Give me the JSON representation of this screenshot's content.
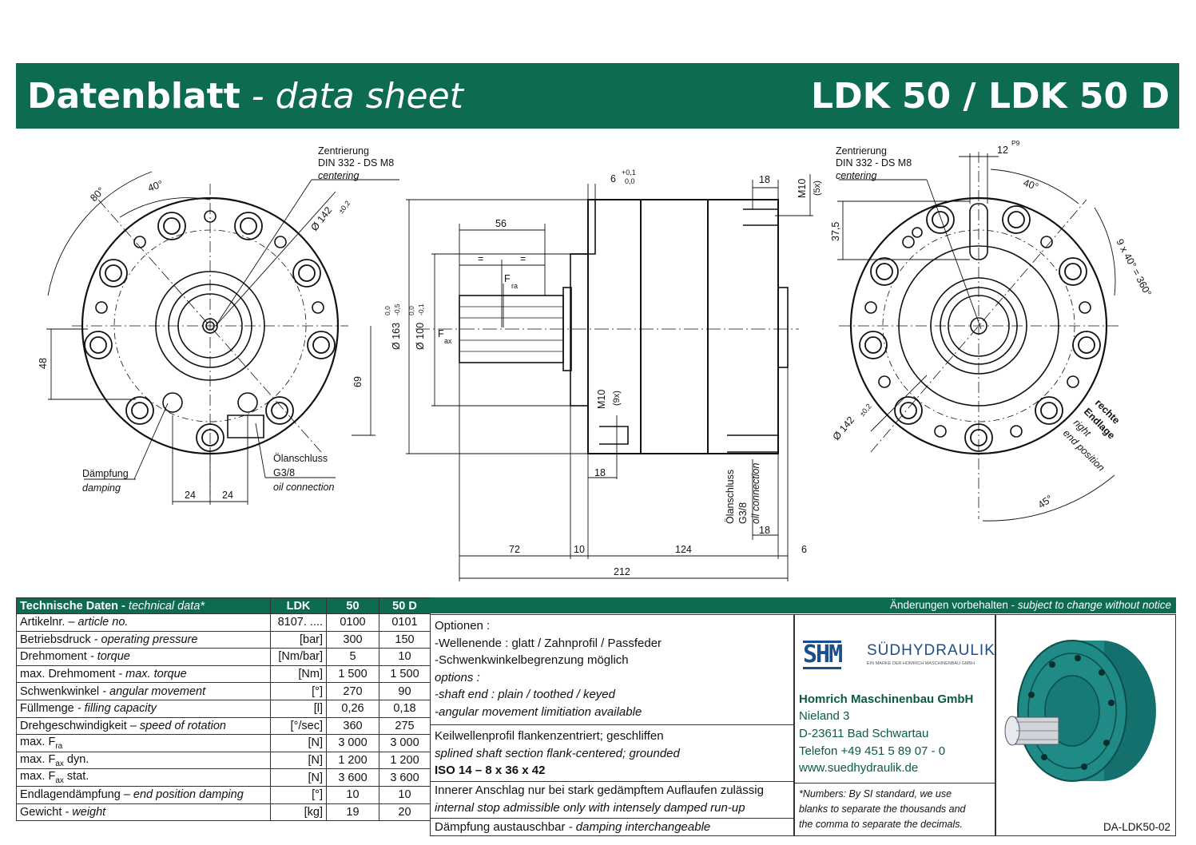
{
  "header": {
    "title_bold": "Datenblatt",
    "title_sep": " - ",
    "title_italic": "data sheet",
    "model": "LDK 50 / LDK 50 D"
  },
  "drawing_labels": {
    "zentrierung": "Zentrierung",
    "din": "DIN 332 - DS M8",
    "centering": "centering",
    "d142": "Ø 142",
    "tol02": "±0,2",
    "a80": "80°",
    "a40": "40°",
    "d48": "48",
    "d69": "69",
    "d24a": "24",
    "d24b": "24",
    "daempfung": "Dämpfung",
    "damping": "damping",
    "oelanschluss": "Ölanschluss",
    "g38": "G3/8",
    "oil_conn": "oil connection",
    "d6": "6",
    "tol6": "+0,1",
    "tol6b": "0,0",
    "d18a": "18",
    "m10_5x": "M10",
    "x5": "(5x)",
    "d56": "56",
    "eq": "=",
    "fra_f": "F",
    "fra_s": "ra",
    "fax_s": "ax",
    "d163": "Ø 163",
    "t163a": "0,0",
    "t163b": "-0,5",
    "d100": "Ø 100",
    "t100a": "0,0",
    "t100b": "-0,1",
    "m10_9x": "M10",
    "x9": "(9x)",
    "d18b": "18",
    "d18c": "18",
    "d72": "72",
    "d10": "10",
    "d124": "124",
    "d6b": "6",
    "d212": "212",
    "d12": "12",
    "p9": "P9",
    "d375": "37,5",
    "nine40": "9 x 40° = 360°",
    "a45": "45°",
    "rechte": "rechte",
    "endlage": "Endlage",
    "right": "right",
    "endpos": "end position"
  },
  "table": {
    "head": {
      "label": "Technische Daten",
      "label_it": "technical data*",
      "col1": "LDK",
      "col2": "50",
      "col3": "50 D"
    },
    "rows": [
      {
        "de": "Artikelnr.",
        "sep": " – ",
        "en": "article no.",
        "unit": "8107. ....",
        "v1": "0100",
        "v2": "0101"
      },
      {
        "de": "Betriebsdruck",
        "sep": " - ",
        "en": "operating pressure",
        "unit": "[bar]",
        "v1": "300",
        "v2": "150"
      },
      {
        "de": "Drehmoment",
        "sep": " - ",
        "en": "torque",
        "unit": "[Nm/bar]",
        "v1": "5",
        "v2": "10"
      },
      {
        "de": "max. Drehmoment",
        "sep": " - ",
        "en": "max. torque",
        "unit": "[Nm]",
        "v1": "1 500",
        "v2": "1 500"
      },
      {
        "de": "Schwenkwinkel",
        "sep": " - ",
        "en": "angular movement",
        "unit": "[°]",
        "v1": "270",
        "v2": "90"
      },
      {
        "de": "Füllmenge",
        "sep": " - ",
        "en": "filling capacity",
        "unit": "[l]",
        "v1": "0,26",
        "v2": "0,18"
      },
      {
        "de": "Drehgeschwindigkeit",
        "sep": " – ",
        "en": "speed of rotation",
        "unit": "[°/sec]",
        "v1": "360",
        "v2": "275"
      },
      {
        "de": "max. F",
        "sub": "ra",
        "sep": "",
        "en": "",
        "unit": "[N]",
        "v1": "3 000",
        "v2": "3 000"
      },
      {
        "de": "max. F",
        "sub": "ax",
        "tail": " dyn.",
        "sep": "",
        "en": "",
        "unit": "[N]",
        "v1": "1 200",
        "v2": "1 200"
      },
      {
        "de": "max. F",
        "sub": "ax",
        "tail": " stat.",
        "sep": "",
        "en": "",
        "unit": "[N]",
        "v1": "3 600",
        "v2": "3 600"
      },
      {
        "de": "Endlagendämpfung",
        "sep": " – ",
        "en": "end position damping",
        "unit": "[°]",
        "v1": "10",
        "v2": "10"
      },
      {
        "de": "Gewicht",
        "sep": " - ",
        "en": "weight",
        "unit": "[kg]",
        "v1": "19",
        "v2": "20"
      }
    ]
  },
  "notice": {
    "de": "Änderungen vorbehalten",
    "sep": " - ",
    "en": "subject to change without notice"
  },
  "options": {
    "l1": "Optionen :",
    "l2": "-Wellenende : glatt / Zahnprofil / Passfeder",
    "l3": "-Schwenkwinkelbegrenzung möglich",
    "l4": "options :",
    "l5": "-shaft end : plain / toothed / keyed",
    "l6": "-angular movement limitiation available",
    "s1": "Keilwellenprofil flankenzentriert; geschliffen",
    "s2": "splined shaft section flank-centered; grounded",
    "s3": "ISO 14 – 8 x 36 x 42",
    "i1": "Innerer Anschlag nur bei stark gedämpftem Auflaufen zulässig",
    "i2": "internal stop admissible only with intensely damped run-up",
    "d1": "Dämpfung austauschbar",
    "d_sep": " - ",
    "d2": "damping interchangeable"
  },
  "company": {
    "logo": "SHM",
    "brand": "SÜDHYDRAULIK",
    "brand_sub": "EIN MARKE DER HOMRICH MASCHINENBAU GMBH",
    "name": "Homrich Maschinenbau GmbH",
    "street": "Nieland 3",
    "city": "D-23611 Bad Schwartau",
    "phone": "Telefon +49 451 5 89 07 - 0",
    "web": "www.suedhydraulik.de",
    "note1": "*Numbers: By SI standard, we use",
    "note2": "blanks to separate the thousands and",
    "note3": "the comma to separate the decimals."
  },
  "doc_id": "DA-LDK50-02",
  "colors": {
    "brand": "#0d6b52",
    "product": "#1f8a86"
  }
}
